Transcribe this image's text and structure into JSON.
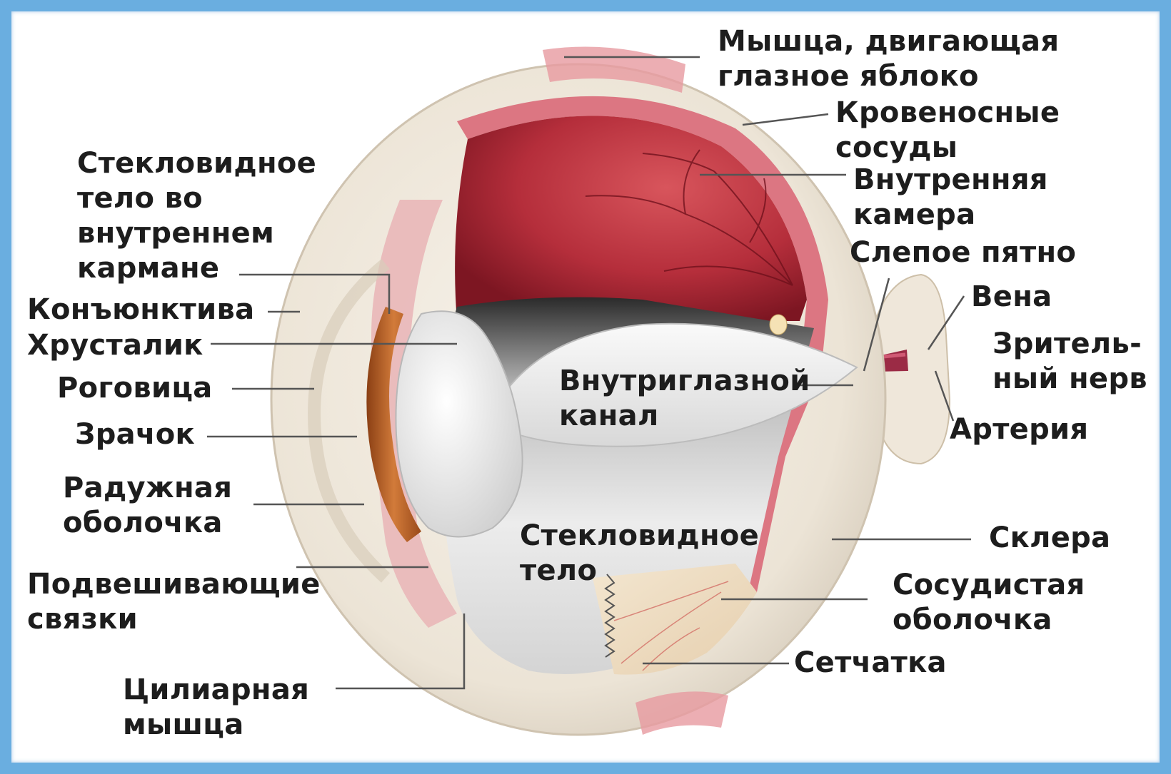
{
  "colors": {
    "frame": "#6aaee0",
    "label_text": "#1d1d1d",
    "leader_line": "#555555",
    "sclera": "#efe8dc",
    "inner_chamber": "#c43a46",
    "vitreous": "#e9e9e9",
    "iris": "#c0662a",
    "choroid": "#d9707c"
  },
  "labels": {
    "muscle": [
      "Мышца, двигающая",
      "глазное яблоко"
    ],
    "blood_vessels": [
      "Кровеносные",
      "сосуды"
    ],
    "inner_chamber": [
      "Внутренняя",
      "камера"
    ],
    "blind_spot": "Слепое пятно",
    "vein": "Вена",
    "optic_nerve": [
      "Зритель-",
      "ный нерв"
    ],
    "artery": "Артерия",
    "sclera": "Склера",
    "choroid": [
      "Сосудистая",
      "оболочка"
    ],
    "retina": "Сетчатка",
    "vitreous_pocket": [
      "Стекловидное",
      "тело во",
      "внутреннем",
      "кармане"
    ],
    "conjunctiva": "Конъюнктива",
    "lens": "Хрусталик",
    "cornea": "Роговица",
    "pupil": "Зрачок",
    "iris": [
      "Радужная",
      "оболочка"
    ],
    "suspensory_ligaments": [
      "Подвешивающие",
      "связки"
    ],
    "ciliary_muscle": [
      "Цилиарная",
      "мышца"
    ],
    "intraocular_canal": [
      "Внутриглазной",
      "канал"
    ],
    "vitreous_body": [
      "Стекловидное",
      "тело"
    ]
  }
}
